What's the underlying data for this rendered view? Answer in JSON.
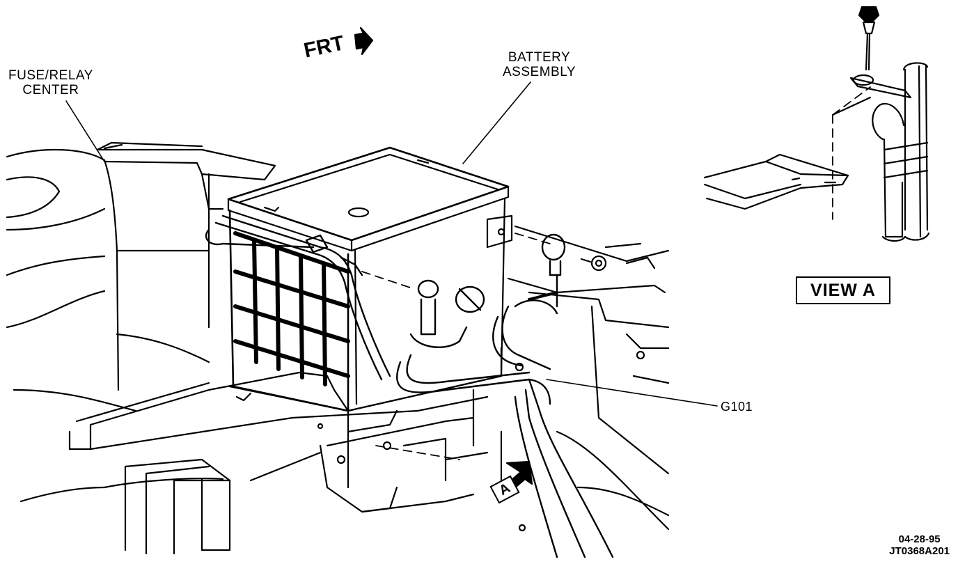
{
  "labels": {
    "fuse_relay_line1": "FUSE/RELAY",
    "fuse_relay_line2": "CENTER",
    "battery_line1": "BATTERY",
    "battery_line2": "ASSEMBLY",
    "frt": "FRT",
    "g101": "G101",
    "view_a": "VIEW A",
    "callout_a": "A"
  },
  "footer": {
    "date": "04-28-95",
    "code": "JT0368A201"
  },
  "colors": {
    "ink": "#000000",
    "paper": "#ffffff"
  },
  "icons": {
    "front_arrow": "arrow-right-icon",
    "view_arrow": "arrow-up-right-icon"
  }
}
